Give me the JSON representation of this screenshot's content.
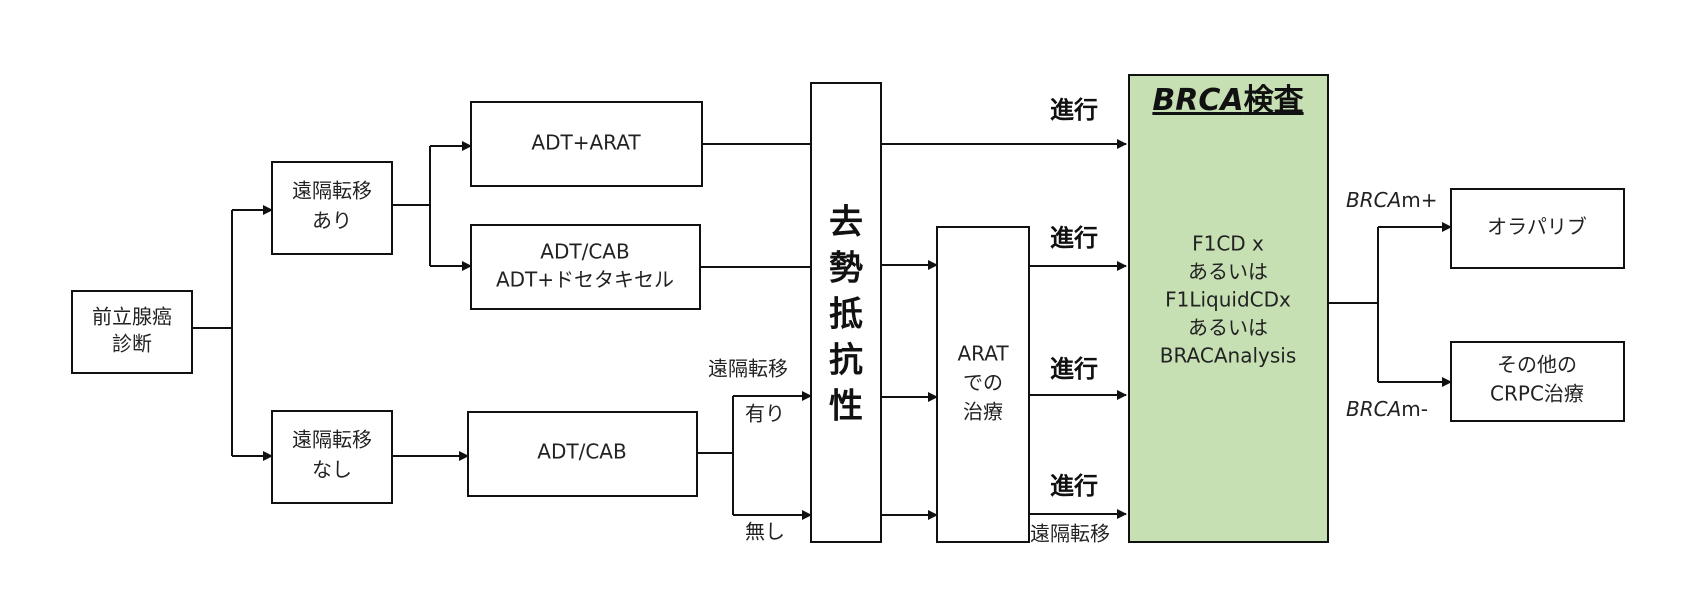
{
  "diagram": {
    "nodes": {
      "diagnosis": [
        "前立腺癌",
        "診断"
      ],
      "meta_yes": [
        "遠隔転移",
        "あり"
      ],
      "meta_no": [
        "遠隔転移",
        "なし"
      ],
      "adt_arat": [
        "ADT+ARAT"
      ],
      "adt_cab_doce": [
        "ADT/CAB",
        "ADT+ドセタキセル"
      ],
      "adt_cab": [
        "ADT/CAB"
      ],
      "castration_resistance": [
        "去",
        "勢",
        "抵",
        "抗",
        "性"
      ],
      "arat_treatment": [
        "ARAT",
        "での",
        "治療"
      ],
      "brca_test": {
        "title_italic": "BRCA",
        "title_rest": "検査",
        "lines": [
          "F1CD x",
          "あるいは",
          "F1LiquidCDx",
          "あるいは",
          "BRACAnalysis"
        ]
      },
      "olaparib": [
        "オラパリブ"
      ],
      "other_crpc": [
        "その他の",
        "CRPC治療"
      ]
    },
    "labels": {
      "progress_1": "進行",
      "progress_2": "進行",
      "progress_3": "進行",
      "progress_4": "進行",
      "metastasis_label": "遠隔転移",
      "present": "有り",
      "absent": "無し",
      "bottom_metastasis": "遠隔転移",
      "brca_pos_italic": "BRCA",
      "brca_pos_rest": "m+",
      "brca_neg_italic": "BRCA",
      "brca_neg_rest": "m-"
    },
    "colors": {
      "brca_box_fill": "#c6e0b4",
      "line": "#111111"
    }
  }
}
